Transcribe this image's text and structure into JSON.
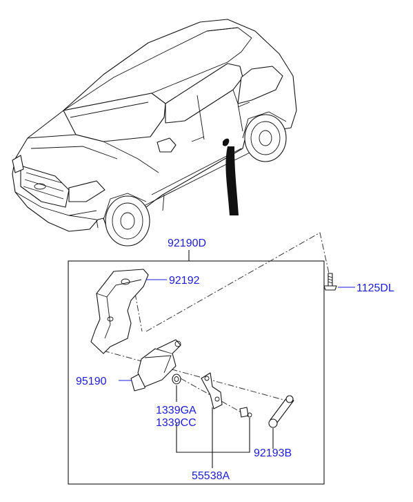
{
  "diagram": {
    "labels": {
      "assembly": "92190D",
      "bracket": "92192",
      "bolt": "1125DL",
      "sensor": "95190",
      "nut_a": "1339GA",
      "nut_b": "1339CC",
      "link": "92193B",
      "bracket_small": "55538A"
    },
    "colors": {
      "label": "#1a1ad8",
      "line": "#111111",
      "background": "#ffffff"
    }
  }
}
